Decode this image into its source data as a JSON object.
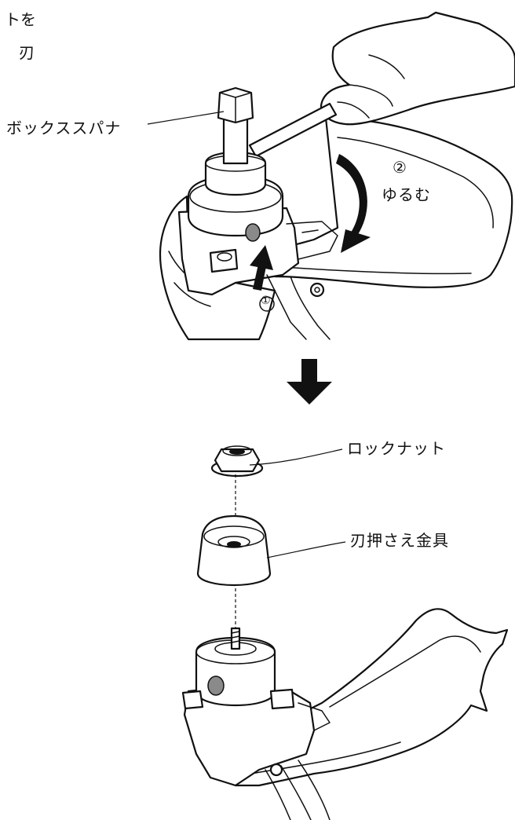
{
  "top_text": {
    "line1": "トを",
    "line2": "刃"
  },
  "labels": {
    "box_spanner": "ボックススパナ",
    "step_one": "①",
    "step_two": "②",
    "loosen": "ゆるむ",
    "lock_nut": "ロックナット",
    "blade_holder": "刃押さえ金具"
  },
  "icons": [
    "down-arrow-icon",
    "loosen-curved-arrow-icon",
    "press-up-arrow-icon"
  ]
}
